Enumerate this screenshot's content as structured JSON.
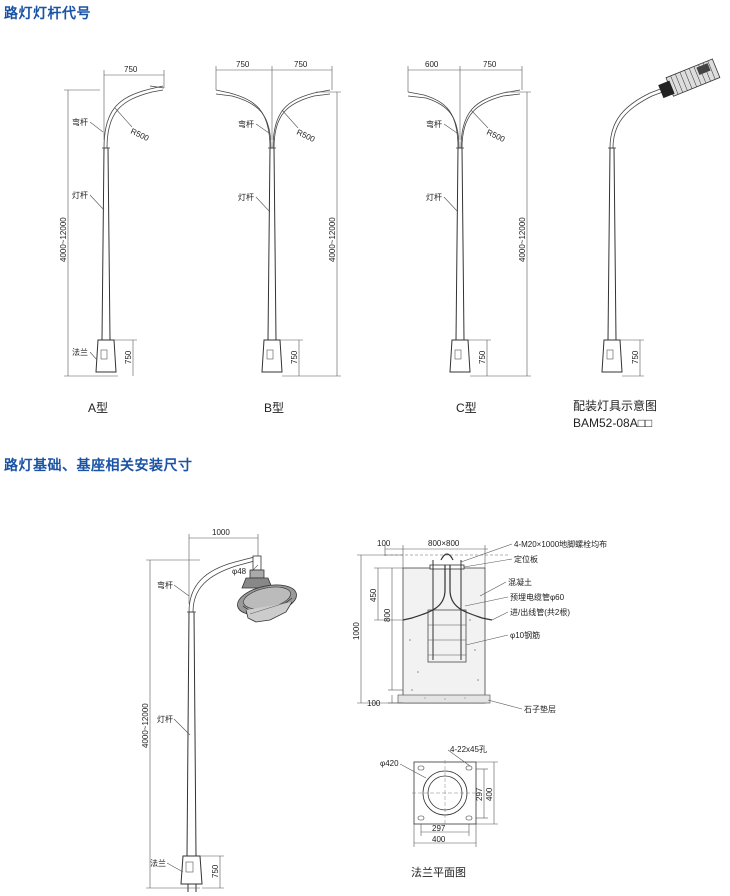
{
  "section1": {
    "title": "路灯灯杆代号"
  },
  "section2": {
    "title": "路灯基础、基座相关安装尺寸"
  },
  "labels": {
    "bend": "弯杆",
    "pole": "灯杆",
    "flange": "法兰",
    "height_range": "4000~12000",
    "base_h": "750",
    "radius": "R500",
    "arm_750": "750",
    "arm_600": "600",
    "arm_1000": "1000",
    "phi48": "φ48"
  },
  "types": {
    "a": "A型",
    "b": "B型",
    "c": "C型",
    "fixture_caption": "配装灯具示意图",
    "fixture_model": "BAM52-08A□□"
  },
  "foundation": {
    "dim_100_top": "100",
    "dim_800x800": "800×800",
    "dim_450": "450",
    "dim_800": "800",
    "dim_1000": "1000",
    "dim_100_bottom": "100",
    "bolts": "4-M20×1000地脚螺栓均布",
    "locating_plate": "定位板",
    "concrete": "混凝土",
    "cable_conduit": "预埋电缆管φ60",
    "in_out_conduit": "进/出线管(共2根)",
    "rebar": "φ10钢筋",
    "gravel": "石子垫层"
  },
  "flange_plan": {
    "holes": "4-22x45孔",
    "phi420": "φ420",
    "d297_v": "297",
    "d400_v": "400",
    "d297_h": "297",
    "d400_h": "400",
    "caption": "法兰平面图"
  }
}
